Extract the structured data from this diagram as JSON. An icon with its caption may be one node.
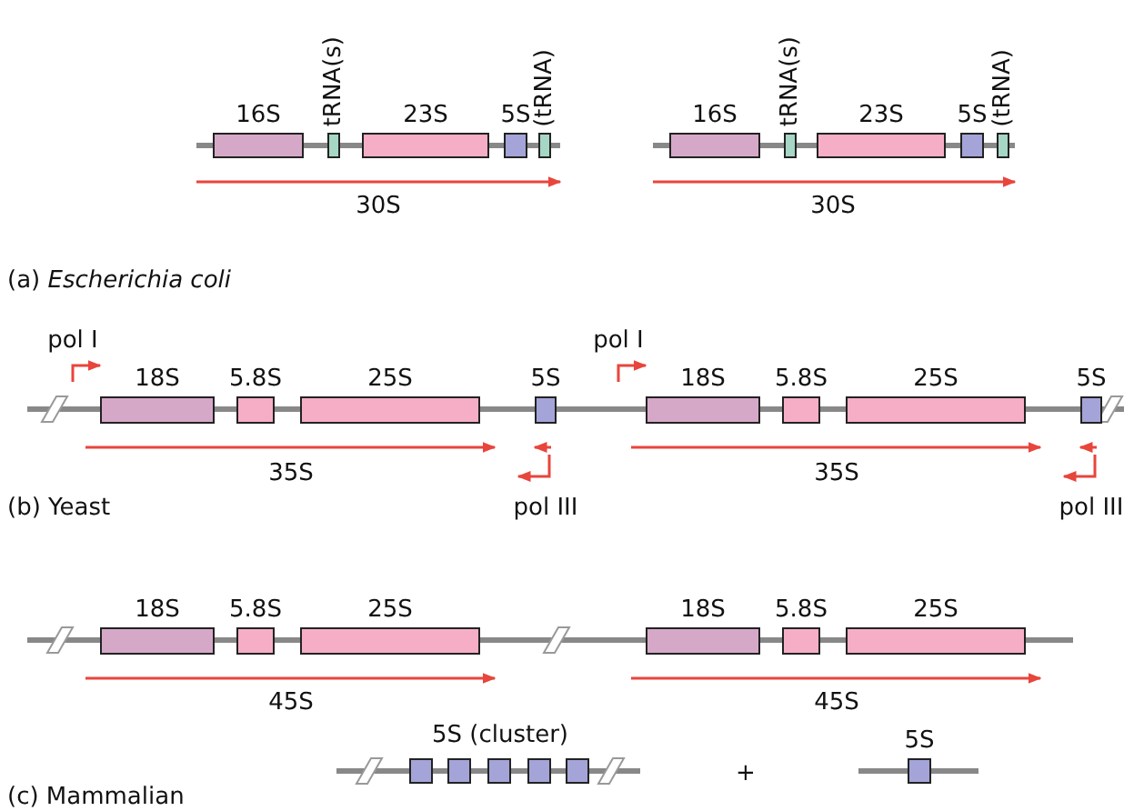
{
  "diagram": {
    "nodes": [
      {
        "text": [
          "16S"
        ]
      },
      {
        "text": [
          "tRNA(s)"
        ]
      },
      {
        "text": [
          "23S"
        ]
      },
      {
        "text": [
          "5S"
        ]
      },
      {
        "text": [
          "(tRNA)"
        ]
      },
      {
        "text": [
          "16S"
        ]
      },
      {
        "text": [
          "tRNA(s)"
        ]
      },
      {
        "text": [
          "23S"
        ]
      },
      {
        "text": [
          "5S"
        ]
      },
      {
        "text": [
          "(tRNA)"
        ]
      },
      {
        "text": [
          "18S"
        ]
      },
      {
        "text": [
          "5.8S"
        ]
      },
      {
        "text": [
          "25S"
        ]
      },
      {
        "text": [
          "5S"
        ]
      },
      {
        "text": [
          "18S"
        ]
      },
      {
        "text": [
          "5.8S"
        ]
      },
      {
        "text": [
          "25S"
        ]
      },
      {
        "text": [
          "5S"
        ]
      },
      {
        "text": [
          "18S"
        ]
      },
      {
        "text": [
          "5.8S"
        ]
      },
      {
        "text": [
          "25S"
        ]
      },
      {
        "text": [
          "18S"
        ]
      },
      {
        "text": [
          "5.8S"
        ]
      },
      {
        "text": [
          "25S"
        ]
      },
      {
        "text": [],
        "shape": "box"
      },
      {
        "text": [],
        "shape": "box"
      },
      {
        "text": [],
        "shape": "box"
      },
      {
        "text": [],
        "shape": "box"
      },
      {
        "text": [],
        "shape": "box"
      },
      {
        "text": [
          "5S"
        ]
      }
    ],
    "labels": [
      "30S",
      "30S",
      "(a) *Escherichia coli*",
      "pol I",
      "pol I",
      "35S",
      "35S",
      "(b) Yeast",
      "pol III",
      "pol III",
      "45S",
      "45S",
      "5S (cluster)",
      "+",
      "(c) Mammalian"
    ]
  }
}
